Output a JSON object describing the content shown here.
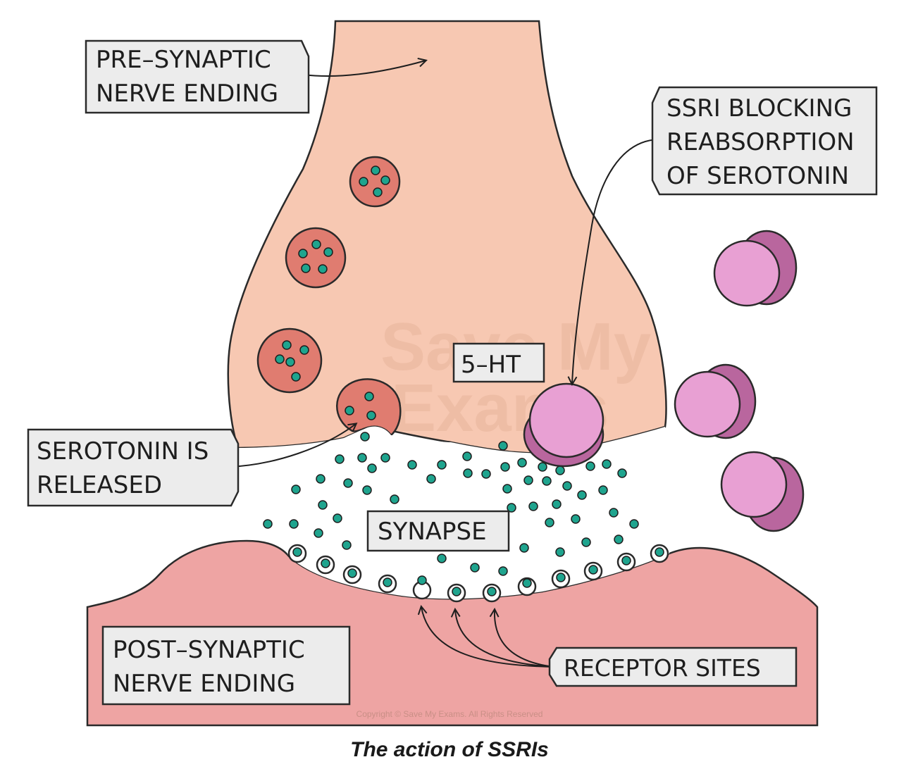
{
  "labels": {
    "pre_synaptic_line1": "PRE–SYNAPTIC",
    "pre_synaptic_line2": "NERVE ENDING",
    "ssri_line1": "SSRI BLOCKING",
    "ssri_line2": "REABSORPTION",
    "ssri_line3": "OF SEROTONIN",
    "ht": "5–HT",
    "serotonin_line1": "SEROTONIN IS",
    "serotonin_line2": "RELEASED",
    "synapse": "SYNAPSE",
    "post_synaptic_line1": "POST–SYNAPTIC",
    "post_synaptic_line2": "NERVE ENDING",
    "receptor_sites": "RECEPTOR SITES"
  },
  "watermark": {
    "line1": "Save My",
    "line2": "Exams"
  },
  "copyright": "Copyright © Save My Exams. All Rights Reserved",
  "caption": "The action of SSRIs",
  "colors": {
    "pre_synaptic": "#f7c8b2",
    "post_synaptic": "#eea4a3",
    "vesicle": "#e07c70",
    "serotonin_dot": "#1fa48e",
    "ssri_light": "#e8a0d3",
    "ssri_dark": "#b9669e",
    "label_box": "#ececec"
  }
}
